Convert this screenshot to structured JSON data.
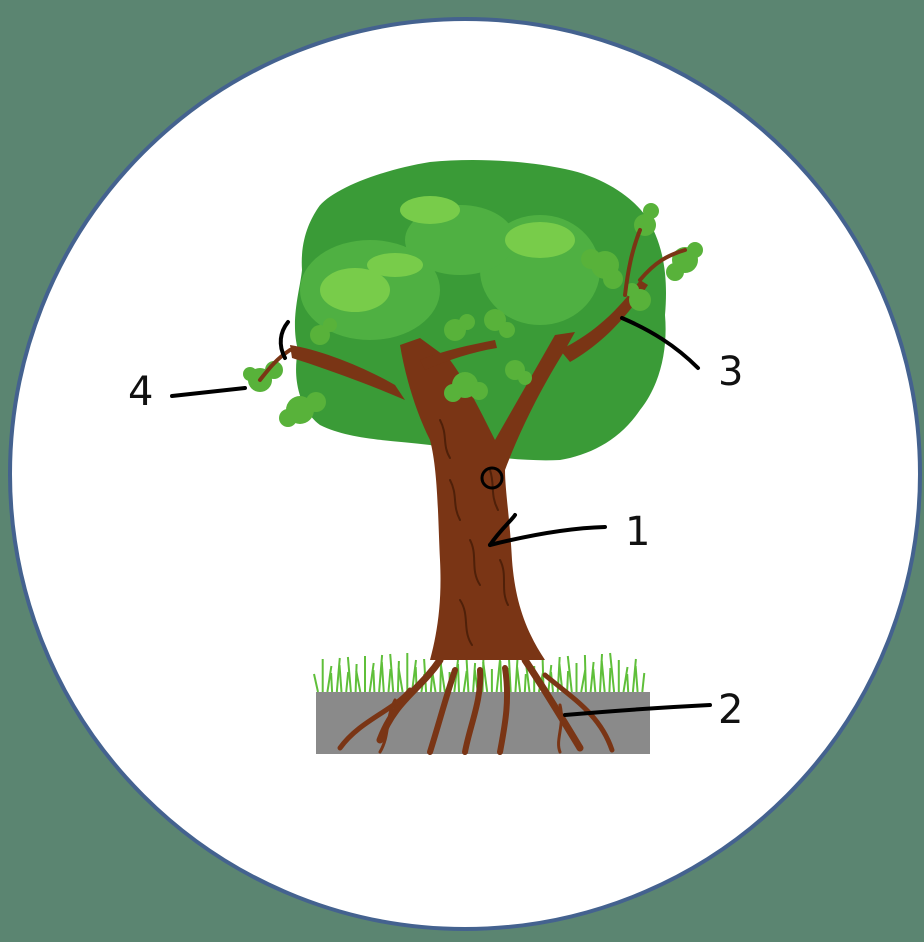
{
  "colors": {
    "background": "#5b8571",
    "circle_fill": "#ffffff",
    "circle_stroke": "#44628f",
    "canopy_dark": "#3a9b37",
    "canopy_mid": "#4fb042",
    "canopy_light": "#78cc4a",
    "trunk": "#7a3515",
    "trunk_dark": "#4f2009",
    "soil": "#8a8a8a",
    "grass": "#5fbf3a",
    "leaf_sprig": "#58b23a",
    "pointer_line": "#000000"
  },
  "labels": [
    {
      "id": "trunk",
      "text": "1"
    },
    {
      "id": "roots",
      "text": "2"
    },
    {
      "id": "branch",
      "text": "3"
    },
    {
      "id": "leaves",
      "text": "4"
    }
  ]
}
